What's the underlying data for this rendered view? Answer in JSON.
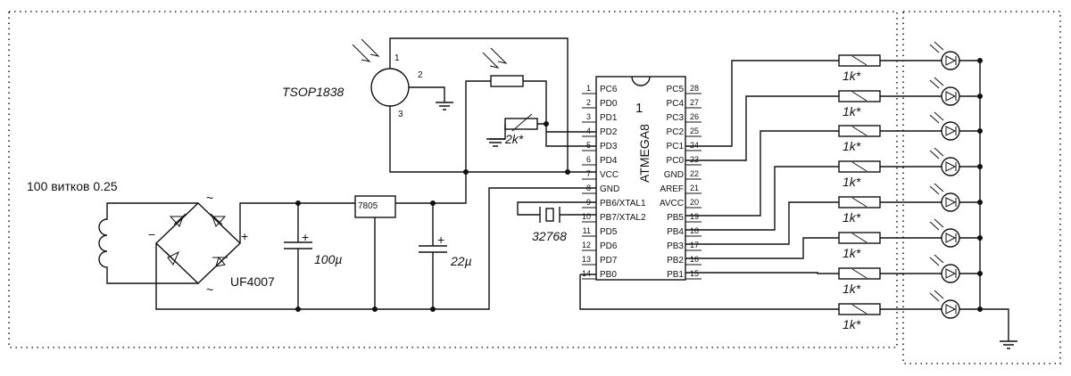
{
  "coil_label": "100 витков 0.25",
  "bridge_label": "UF4007",
  "bridge_plus": "+",
  "bridge_minus": "−",
  "bridge_ac1": "~",
  "bridge_ac2": "~",
  "cap1_label": "100µ",
  "cap2_label": "22µ",
  "cap_plus": "+",
  "regulator_label": "7805",
  "ir_receiver": {
    "label": "TSOP1838",
    "pins": [
      "1",
      "2",
      "3"
    ]
  },
  "pullup_label": "2k*",
  "crystal_label": "32768",
  "mcu": {
    "name": "ATMEGA8",
    "ref": "1",
    "left_pins": [
      {
        "num": "1",
        "name": "PC6"
      },
      {
        "num": "2",
        "name": "PD0"
      },
      {
        "num": "3",
        "name": "PD1"
      },
      {
        "num": "4",
        "name": "PD2"
      },
      {
        "num": "5",
        "name": "PD3"
      },
      {
        "num": "6",
        "name": "PD4"
      },
      {
        "num": "7",
        "name": "VCC"
      },
      {
        "num": "8",
        "name": "GND"
      },
      {
        "num": "9",
        "name": "PB6/XTAL1"
      },
      {
        "num": "10",
        "name": "PB7/XTAL2"
      },
      {
        "num": "11",
        "name": "PD5"
      },
      {
        "num": "12",
        "name": "PD6"
      },
      {
        "num": "13",
        "name": "PD7"
      },
      {
        "num": "14",
        "name": "PB0"
      }
    ],
    "right_pins": [
      {
        "num": "28",
        "name": "PC5"
      },
      {
        "num": "27",
        "name": "PC4"
      },
      {
        "num": "26",
        "name": "PC3"
      },
      {
        "num": "25",
        "name": "PC2"
      },
      {
        "num": "24",
        "name": "PC1"
      },
      {
        "num": "23",
        "name": "PC0"
      },
      {
        "num": "22",
        "name": "GND"
      },
      {
        "num": "21",
        "name": "AREF"
      },
      {
        "num": "20",
        "name": "AVCC"
      },
      {
        "num": "19",
        "name": "PB5"
      },
      {
        "num": "18",
        "name": "PB4"
      },
      {
        "num": "17",
        "name": "PB3"
      },
      {
        "num": "16",
        "name": "PB2"
      },
      {
        "num": "15",
        "name": "PB1"
      }
    ]
  },
  "resistor_labels": [
    "1k*",
    "1k*",
    "1k*",
    "1k*",
    "1k*",
    "1k*",
    "1k*",
    "1k*"
  ]
}
